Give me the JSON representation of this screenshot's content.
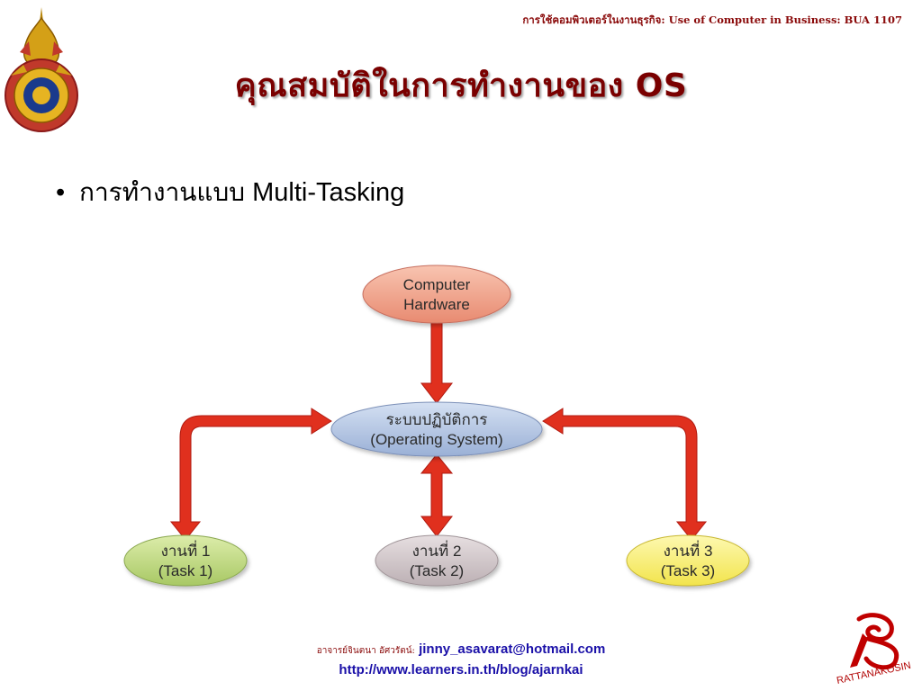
{
  "header": {
    "course_note": "การใช้คอมพิวเตอร์ในงานธุรกิจ: Use of Computer in Business: BUA 1107"
  },
  "title": "คุณสมบัติในการทำงานของ OS",
  "bullet": {
    "symbol": "•",
    "text_thai": "การทำงานแบบ",
    "text_en": "Multi-Tasking"
  },
  "diagram": {
    "hardware": {
      "line1": "Computer",
      "line2": "Hardware",
      "color": "#f0a48c"
    },
    "os": {
      "line1": "ระบบปฏิบัติการ",
      "line2": "(Operating System)",
      "color": "#b4c6e4"
    },
    "tasks": [
      {
        "line1": "งานที่ 1",
        "line2": "(Task 1)",
        "color": "#c2de84"
      },
      {
        "line1": "งานที่ 2",
        "line2": "(Task 2)",
        "color": "#d2c8cc"
      },
      {
        "line1": "งานที่ 3",
        "line2": "(Task 3)",
        "color": "#fbf27c"
      }
    ],
    "arrow_color": "#e0301e"
  },
  "footer": {
    "author_label": "อาจารย์จินตนา อัศวรัตน์:",
    "email": "jinny_asavarat@hotmail.com",
    "url": "http://www.learners.in.th/blog/ajarnkai"
  },
  "logos": {
    "left": "rmutr-emblem-icon",
    "right_text": "RATTANAKOSIN"
  }
}
